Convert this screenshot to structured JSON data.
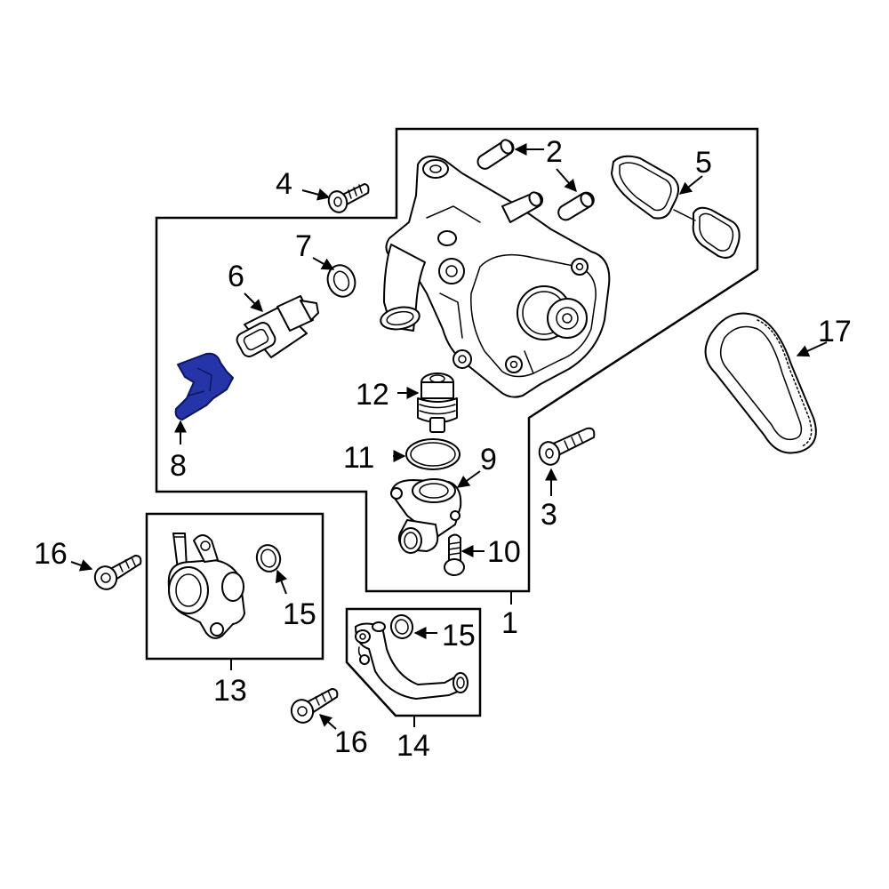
{
  "colors": {
    "line": "#000000",
    "background": "#ffffff",
    "highlight": "#2535a8"
  },
  "callouts": {
    "c1": "1",
    "c2": "2",
    "c3": "3",
    "c4": "4",
    "c5": "5",
    "c6": "6",
    "c7": "7",
    "c8": "8",
    "c9": "9",
    "c10": "10",
    "c11": "11",
    "c12": "12",
    "c13": "13",
    "c14": "14",
    "c15a": "15",
    "c15b": "15",
    "c16a": "16",
    "c16b": "16",
    "c17": "17"
  },
  "highlighted_part": "8"
}
